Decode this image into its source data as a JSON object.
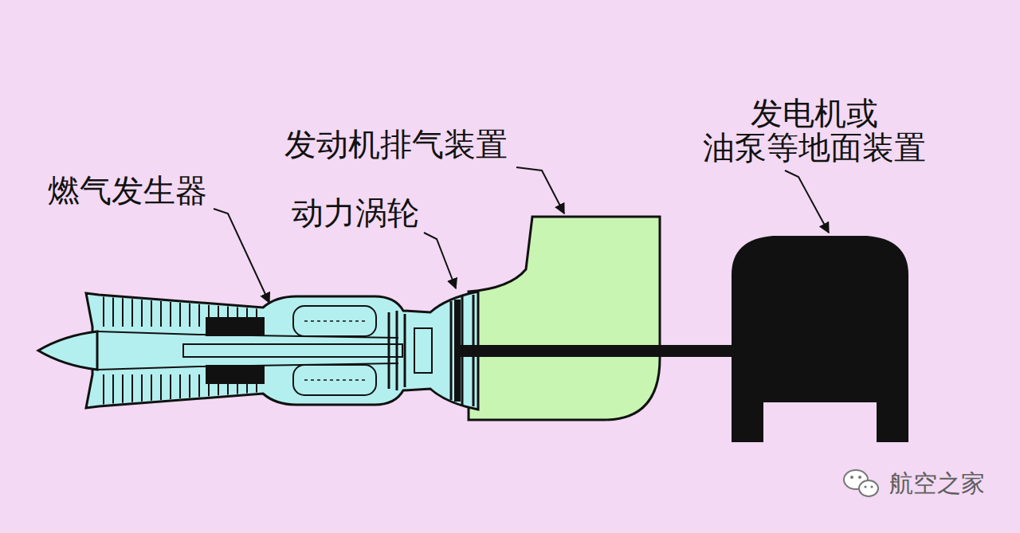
{
  "diagram": {
    "labels": [
      "燃气发生器",
      "动力涡轮",
      "发动机排气装置",
      "发电机或 油泵等地面装置",
      "航空之家"
    ]
  }
}
